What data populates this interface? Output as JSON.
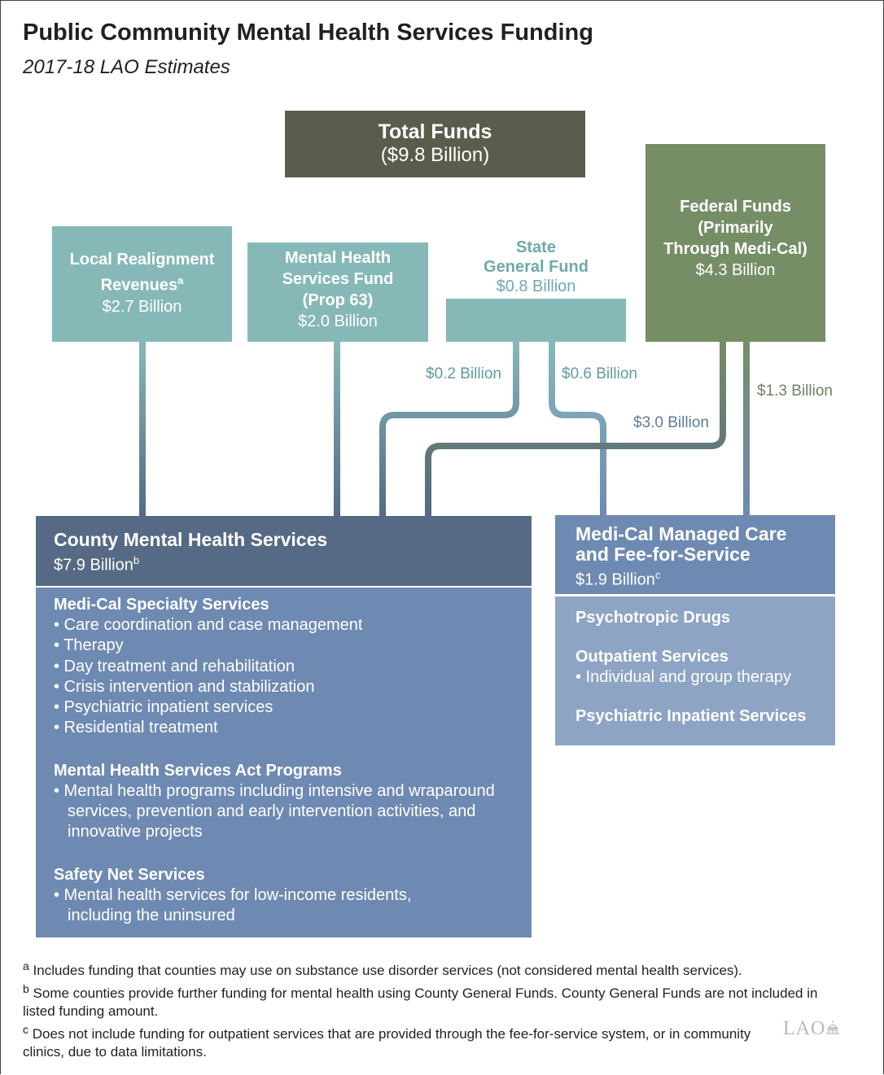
{
  "title": "Public Community Mental Health Services Funding",
  "subtitle": "2017-18 LAO Estimates",
  "sources": {
    "total": {
      "title": "Total Funds",
      "amount": "($9.8 Billion)"
    },
    "local": {
      "title": "Local Realignment Revenues",
      "footnote": "a",
      "amount": "$2.7 Billion"
    },
    "mhsf": {
      "title_line1": "Mental Health",
      "title_line2": "Services Fund",
      "title_line3": "(Prop 63)",
      "amount": "$2.0 Billion"
    },
    "state": {
      "title_line1": "State",
      "title_line2": "General Fund",
      "amount": "$0.8 Billion"
    },
    "federal": {
      "title_line1": "Federal Funds",
      "title_line2": "(Primarily",
      "title_line3": "Through Medi-Cal)",
      "amount": "$4.3 Billion"
    }
  },
  "flows": [
    {
      "from": "State General Fund",
      "to": "County Mental Health Services",
      "amount": "$0.2 Billion"
    },
    {
      "from": "State General Fund",
      "to": "Medi-Cal Managed Care and Fee-for-Service",
      "amount": "$0.6 Billion"
    },
    {
      "from": "Federal Funds",
      "to": "County Mental Health Services",
      "amount": "$3.0 Billion"
    },
    {
      "from": "Federal Funds",
      "to": "Medi-Cal Managed Care and Fee-for-Service",
      "amount": "$1.3 Billion"
    }
  ],
  "county": {
    "title": "County Mental Health Services",
    "amount": "$7.9 Billion",
    "footnote": "b",
    "sections": [
      {
        "heading": "Medi-Cal Specialty Services",
        "items": [
          "• Care coordination and case management",
          "• Therapy",
          "• Day treatment  and rehabilitation",
          "• Crisis intervention and stabilization",
          "• Psychiatric  inpatient services",
          "• Residential treatment"
        ]
      },
      {
        "heading": "Mental Health Services Act Programs",
        "items": [
          "• Mental health programs including intensive and wraparound services, prevention and early intervention activities, and innovative projects"
        ]
      },
      {
        "heading": "Safety Net Services",
        "items": [
          "• Mental health services for low-income residents, including the uninsured"
        ]
      }
    ]
  },
  "medical": {
    "title_line1": "Medi-Cal Managed Care",
    "title_line2": "and Fee-for-Service",
    "amount": "$1.9 Billion",
    "footnote": "c",
    "sections": [
      {
        "heading": "Psychotropic Drugs",
        "items": []
      },
      {
        "heading": "Outpatient Services",
        "items": [
          "• Individual and group therapy"
        ]
      },
      {
        "heading": "Psychiatric Inpatient Services",
        "items": []
      }
    ]
  },
  "footnotes": [
    {
      "mark": "a",
      "text": "Includes funding that counties may use on substance use disorder services (not considered mental health services)."
    },
    {
      "mark": "b",
      "text": "Some counties provide further funding for mental health using County General Funds. County General Funds are not included in listed funding amount."
    },
    {
      "mark": "c",
      "text": "Does not include funding for outpatient services that are provided through the fee-for-service system, or in community clinics, due to data limitations."
    }
  ],
  "logo": "LAO",
  "colors": {
    "total": "#5c5c4c",
    "teal": "#86b8b8",
    "federal": "#768e66",
    "county_head": "#566985",
    "county_body": "#6e8ab2",
    "medical_body": "#8ea4c4"
  }
}
